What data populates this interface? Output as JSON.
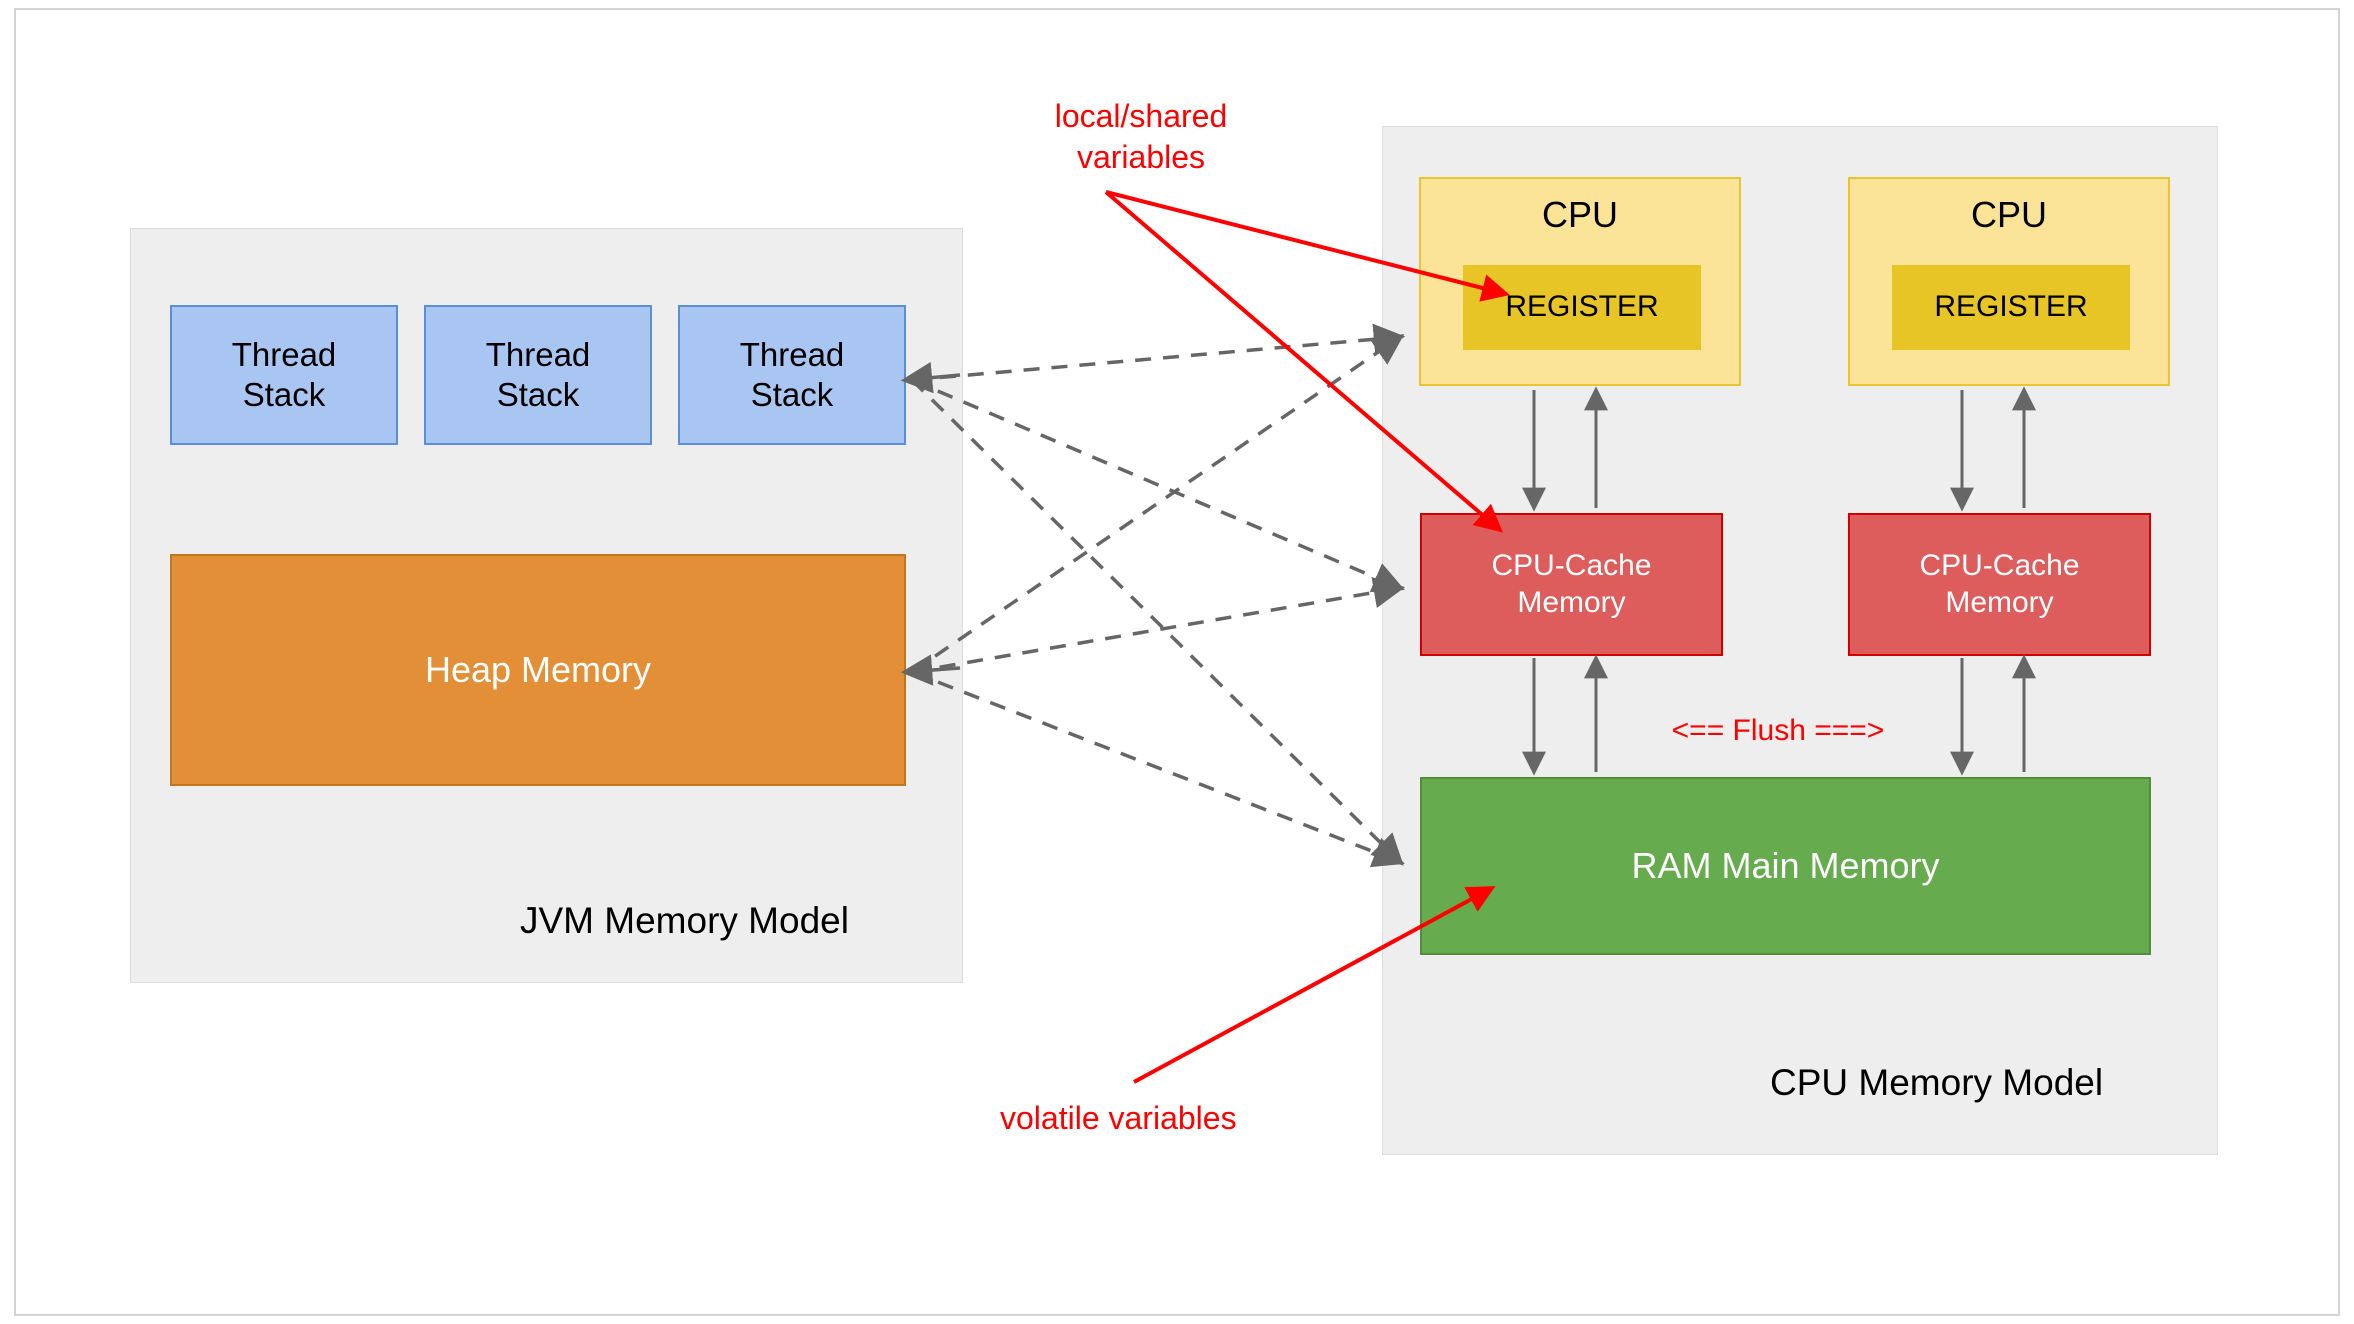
{
  "diagram": {
    "title": "JVM Memory Model and CPU Memory Model"
  },
  "jvm_panel": {
    "title": "JVM Memory Model",
    "thread_stacks": [
      {
        "label": "Thread\nStack"
      },
      {
        "label": "Thread\nStack"
      },
      {
        "label": "Thread\nStack"
      }
    ],
    "heap": {
      "label": "Heap Memory"
    }
  },
  "cpu_panel": {
    "title": "CPU Memory Model",
    "cpus": [
      {
        "label": "CPU",
        "register_label": "REGISTER",
        "cache_label": "CPU-Cache\nMemory"
      },
      {
        "label": "CPU",
        "register_label": "REGISTER",
        "cache_label": "CPU-Cache\nMemory"
      }
    ],
    "ram": {
      "label": "RAM Main Memory"
    },
    "flush_label": "<== Flush ===>"
  },
  "annotations": {
    "local_shared": "local/shared\nvariables",
    "volatile": "volatile variables"
  },
  "colors": {
    "panel_background": "#eeeeee",
    "panel_border": "#dcdcdc",
    "thread_stack_fill": "#a9c6f2",
    "thread_stack_border": "#5b8fd4",
    "heap_fill": "#e28f37",
    "heap_border": "#c5761d",
    "cpu_fill": "#fbe397",
    "cpu_border": "#e9c531",
    "register_fill": "#e8c527",
    "cache_fill": "#dd5c5c",
    "cache_border": "#d10000",
    "ram_fill": "#66ab4d",
    "ram_border": "#4f8f3b",
    "annotation_red": "#ff0000",
    "wire_grey": "#666666",
    "page_background": "#ffffff"
  }
}
